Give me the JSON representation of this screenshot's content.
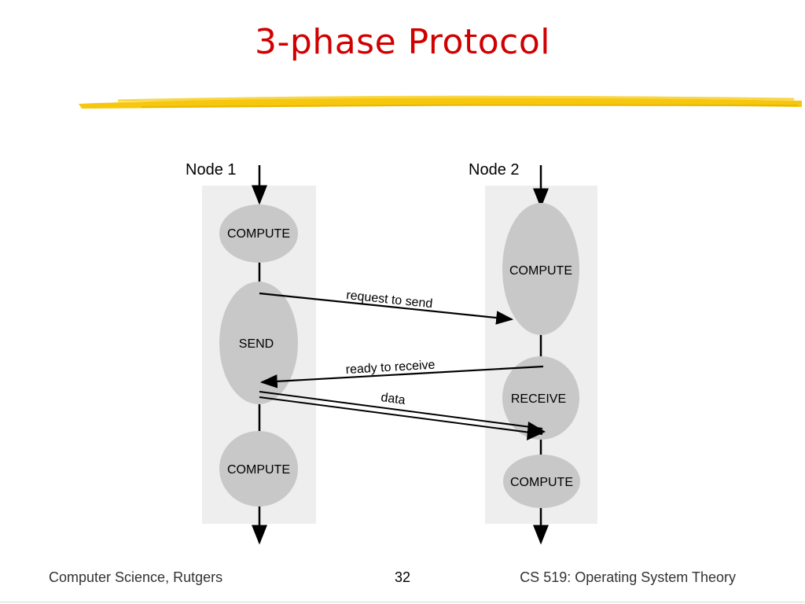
{
  "slide": {
    "title": "3-phase Protocol",
    "accent_color": "#d10000",
    "highlight_color": "#f5c400"
  },
  "diagram": {
    "nodes": [
      {
        "label": "Node 1",
        "states": [
          "COMPUTE",
          "SEND",
          "COMPUTE"
        ]
      },
      {
        "label": "Node 2",
        "states": [
          "COMPUTE",
          "RECEIVE",
          "COMPUTE"
        ]
      }
    ],
    "messages": [
      {
        "label": "request to send",
        "from": "Node 1",
        "to": "Node 2"
      },
      {
        "label": "ready to receive",
        "from": "Node 2",
        "to": "Node 1"
      },
      {
        "label": "data",
        "from": "Node 1",
        "to": "Node 2"
      }
    ],
    "panel_color": "#eeeeee",
    "state_color": "#c8c8c8"
  },
  "footer": {
    "left": "Computer Science, Rutgers",
    "page_number": "32",
    "right": "CS 519: Operating System Theory"
  }
}
